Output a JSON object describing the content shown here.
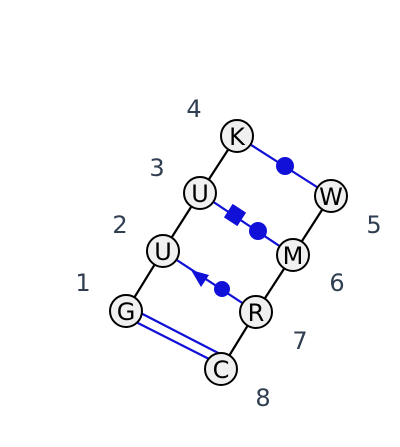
{
  "colors": {
    "backbone": "#000000",
    "pair": "#1010d8",
    "node_fill": "#f0f0f0",
    "node_stroke": "#000000",
    "label": "#2f3e50"
  },
  "nodes": [
    {
      "id": "n1",
      "letter": "G",
      "position": "1"
    },
    {
      "id": "n2",
      "letter": "U",
      "position": "2"
    },
    {
      "id": "n3",
      "letter": "U",
      "position": "3"
    },
    {
      "id": "n4",
      "letter": "K",
      "position": "4"
    },
    {
      "id": "n5",
      "letter": "W",
      "position": "5"
    },
    {
      "id": "n6",
      "letter": "M",
      "position": "6"
    },
    {
      "id": "n7",
      "letter": "R",
      "position": "7"
    },
    {
      "id": "n8",
      "letter": "C",
      "position": "8"
    }
  ],
  "backbone": [
    "n1-n2",
    "n2-n3",
    "n3-n4",
    "n5-n6",
    "n6-n7",
    "n7-n8"
  ],
  "pairs": [
    {
      "from": "n1",
      "to": "n8",
      "style": "double-line"
    },
    {
      "from": "n2",
      "to": "n7",
      "style": "triangle-circle"
    },
    {
      "from": "n3",
      "to": "n6",
      "style": "square-circle"
    },
    {
      "from": "n4",
      "to": "n5",
      "style": "circle"
    }
  ]
}
